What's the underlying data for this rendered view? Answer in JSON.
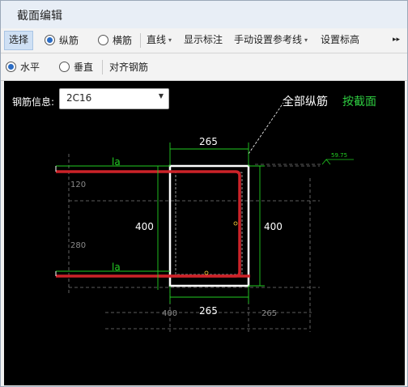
{
  "window": {
    "title": "截面编辑"
  },
  "toolbar1": {
    "select": "选择",
    "longitudinal": "纵筋",
    "transverse": "横筋",
    "line": "直线",
    "show_label": "显示标注",
    "manual_ref": "手动设置参考线",
    "set_elev": "设置标高",
    "more": "▸▸"
  },
  "toolbar2": {
    "horizontal": "水平",
    "vertical": "垂直",
    "align": "对齐钢筋"
  },
  "canvas": {
    "info_label": "钢筋信息:",
    "rebar_value": "2C16",
    "all_long": "全部纵筋",
    "by_section": "按截面",
    "dims": {
      "top_width": "265",
      "bottom_width": "265",
      "left_height": "400",
      "right_height": "400",
      "bottom_left": "400",
      "bottom_right": "265",
      "left_120": "120",
      "left_280": "280",
      "elev": "59.75",
      "la_top": "la",
      "la_bottom": "la"
    },
    "colors": {
      "rebar": "#cc2229",
      "dim": "#22cc22",
      "frame": "#ffffff",
      "background": "#000000"
    }
  }
}
